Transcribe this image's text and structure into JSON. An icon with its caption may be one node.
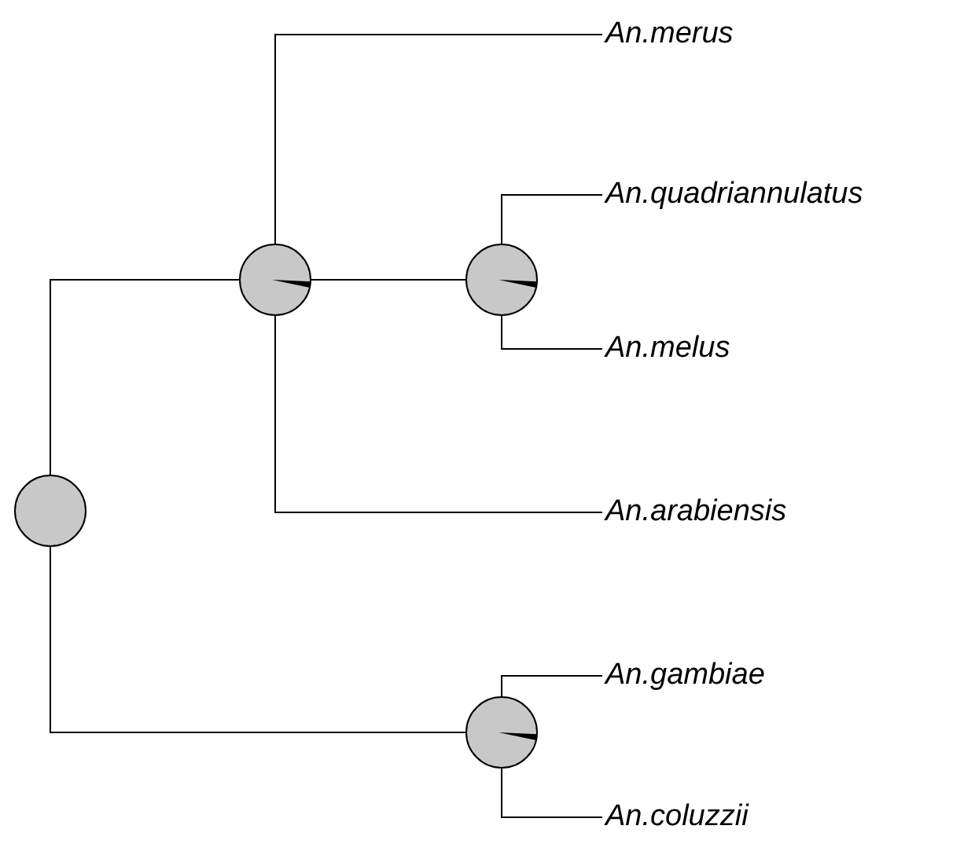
{
  "diagram": {
    "nodes": [
      {
        "text": [],
        "shape": "circle"
      },
      {
        "text": [],
        "shape": "circle"
      },
      {
        "text": [],
        "shape": "circle"
      },
      {
        "text": [],
        "shape": "circle"
      },
      {
        "text": [
          "An.merus"
        ]
      },
      {
        "text": [
          "An.quadriannulatus"
        ]
      },
      {
        "text": [
          "An.melus"
        ]
      },
      {
        "text": [
          "An.arabiensis"
        ]
      },
      {
        "text": [
          "An.gambiae"
        ]
      },
      {
        "text": [
          "An.coluzzii"
        ]
      }
    ],
    "edges": [
      {
        "from": 0,
        "to": 1,
        "arrow": "none"
      },
      {
        "from": 0,
        "to": 3,
        "arrow": "none"
      },
      {
        "from": 1,
        "to": 4,
        "arrow": "none"
      },
      {
        "from": 1,
        "to": 2,
        "arrow": "none"
      },
      {
        "from": 1,
        "to": 7,
        "arrow": "none"
      },
      {
        "from": 2,
        "to": 5,
        "arrow": "none"
      },
      {
        "from": 2,
        "to": 6,
        "arrow": "none"
      },
      {
        "from": 3,
        "to": 8,
        "arrow": "none"
      },
      {
        "from": 3,
        "to": 9,
        "arrow": "none"
      }
    ]
  }
}
